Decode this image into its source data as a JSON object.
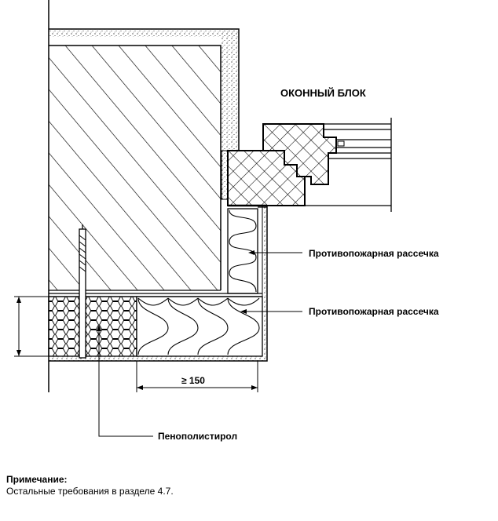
{
  "labels": {
    "window_block": "ОКОННЫЙ БЛОК",
    "fire_barrier_1": "Противопожарная рассечка",
    "fire_barrier_2": "Противопожарная рассечка",
    "dimension": "≥ 150",
    "polystyrene": "Пенополистирол"
  },
  "note": {
    "title": "Примечание:",
    "text": "Остальные требования в разделе 4.7."
  }
}
